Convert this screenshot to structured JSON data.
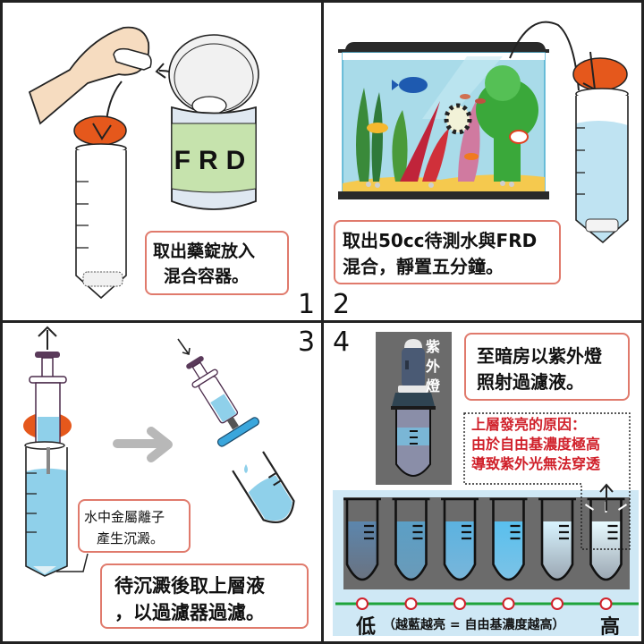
{
  "title": "FRD free radical detection procedure",
  "panels": [
    {
      "number": "1",
      "caption_lines": [
        "取出藥錠放入",
        "混合容器。"
      ],
      "can_label": "FRD",
      "colors": {
        "cap": "#e5581c",
        "can_label": "#c6e3ad",
        "can_band": "#dfe8f1",
        "hand": "#f6dcc0"
      }
    },
    {
      "number": "2",
      "caption_lines": [
        "取出50cc待測水與FRD",
        "混合，靜置五分鐘。"
      ],
      "colors": {
        "tank_water": "#a9dbe9",
        "tank_frame": "#2a2a2a",
        "sand": "#f5c94e",
        "tube_water": "#bfe3f2"
      }
    },
    {
      "number": "3",
      "callout_lines": [
        "水中金屬離子",
        "產生沉澱。"
      ],
      "caption_lines": [
        "待沉澱後取上層液",
        "，以過濾器過濾。"
      ],
      "colors": {
        "water": "#8fd0ea",
        "syringe_outline": "#4a2a4a",
        "filter": "#3aa6dc",
        "arrow": "#b8b8b8"
      }
    },
    {
      "number": "4",
      "lamp_label": [
        "紫",
        "外",
        "燈"
      ],
      "caption_lines": [
        "至暗房以紫外燈",
        "照射過濾液。"
      ],
      "note_lines": [
        "上層發亮的原因：",
        "由於自由基濃度極高",
        "導致紫外光無法穿透"
      ],
      "scale": {
        "low_label": "低",
        "high_label": "高",
        "legend": "（越藍越亮 = 自由基濃度越高）",
        "tube_count": 6,
        "line_color": "#1ea33a",
        "dot_color": "#d0202a"
      },
      "colors": {
        "dark_bg": "#6b6b6b",
        "light_bg": "#cfe8f5",
        "note_text": "#d0202a"
      }
    }
  ]
}
